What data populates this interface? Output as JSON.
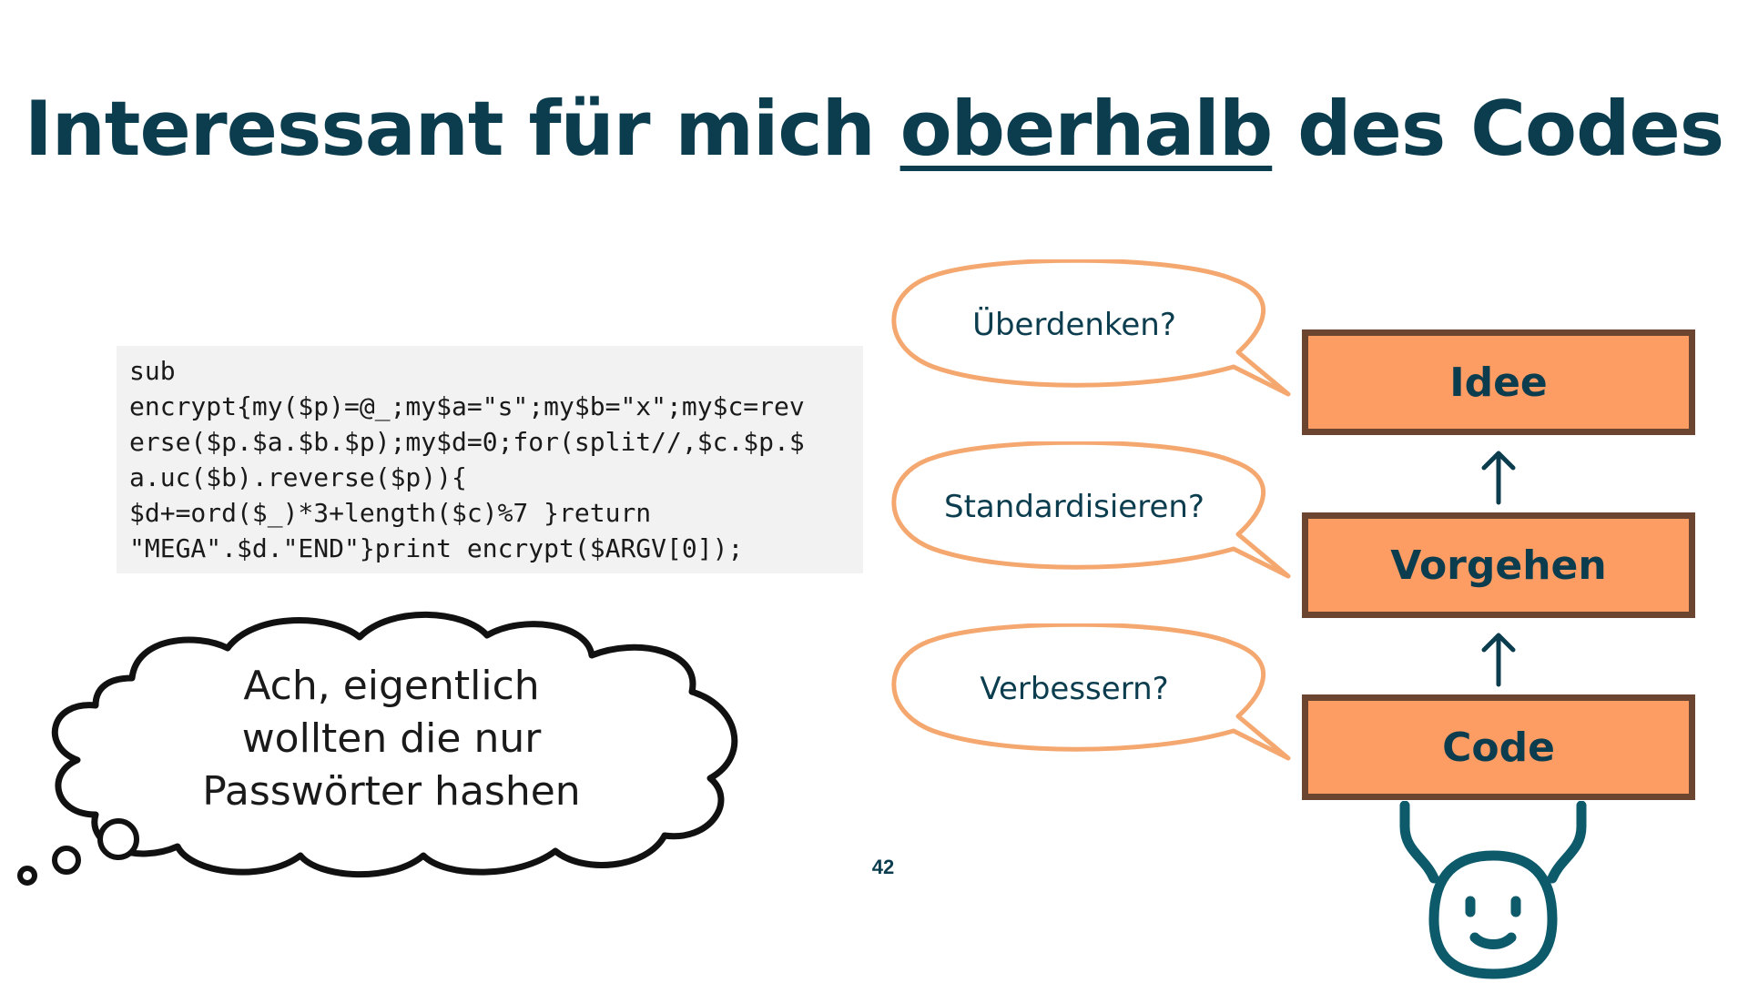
{
  "title": {
    "before": "Interessant für mich ",
    "underlined": "oberhalb",
    "after": " des Codes"
  },
  "code_snippet": "sub\nencrypt{my($p)=@_;my$a=\"s\";my$b=\"x\";my$c=rev\nerse($p.$a.$b.$p);my$d=0;for(split//,$c.$p.$\na.uc($b).reverse($p)){\n$d+=ord($_)*3+length($c)%7 }return\n\"MEGA\".$d.\"END\"}print encrypt($ARGV[0]);",
  "thought_cloud": {
    "line1": "Ach, eigentlich",
    "line2": "wollten die nur",
    "line3": "Passwörter hashen"
  },
  "bubbles": [
    "Überdenken?",
    "Standardisieren?",
    "Verbessern?"
  ],
  "stack": [
    "Idee",
    "Vorgehen",
    "Code"
  ],
  "page_number": "42",
  "colors": {
    "title": "#0b3d4f",
    "box_fill": "#fd9c63",
    "box_border": "#6b4530",
    "bubble_stroke": "#f4a870",
    "robot": "#0d5a6b"
  }
}
